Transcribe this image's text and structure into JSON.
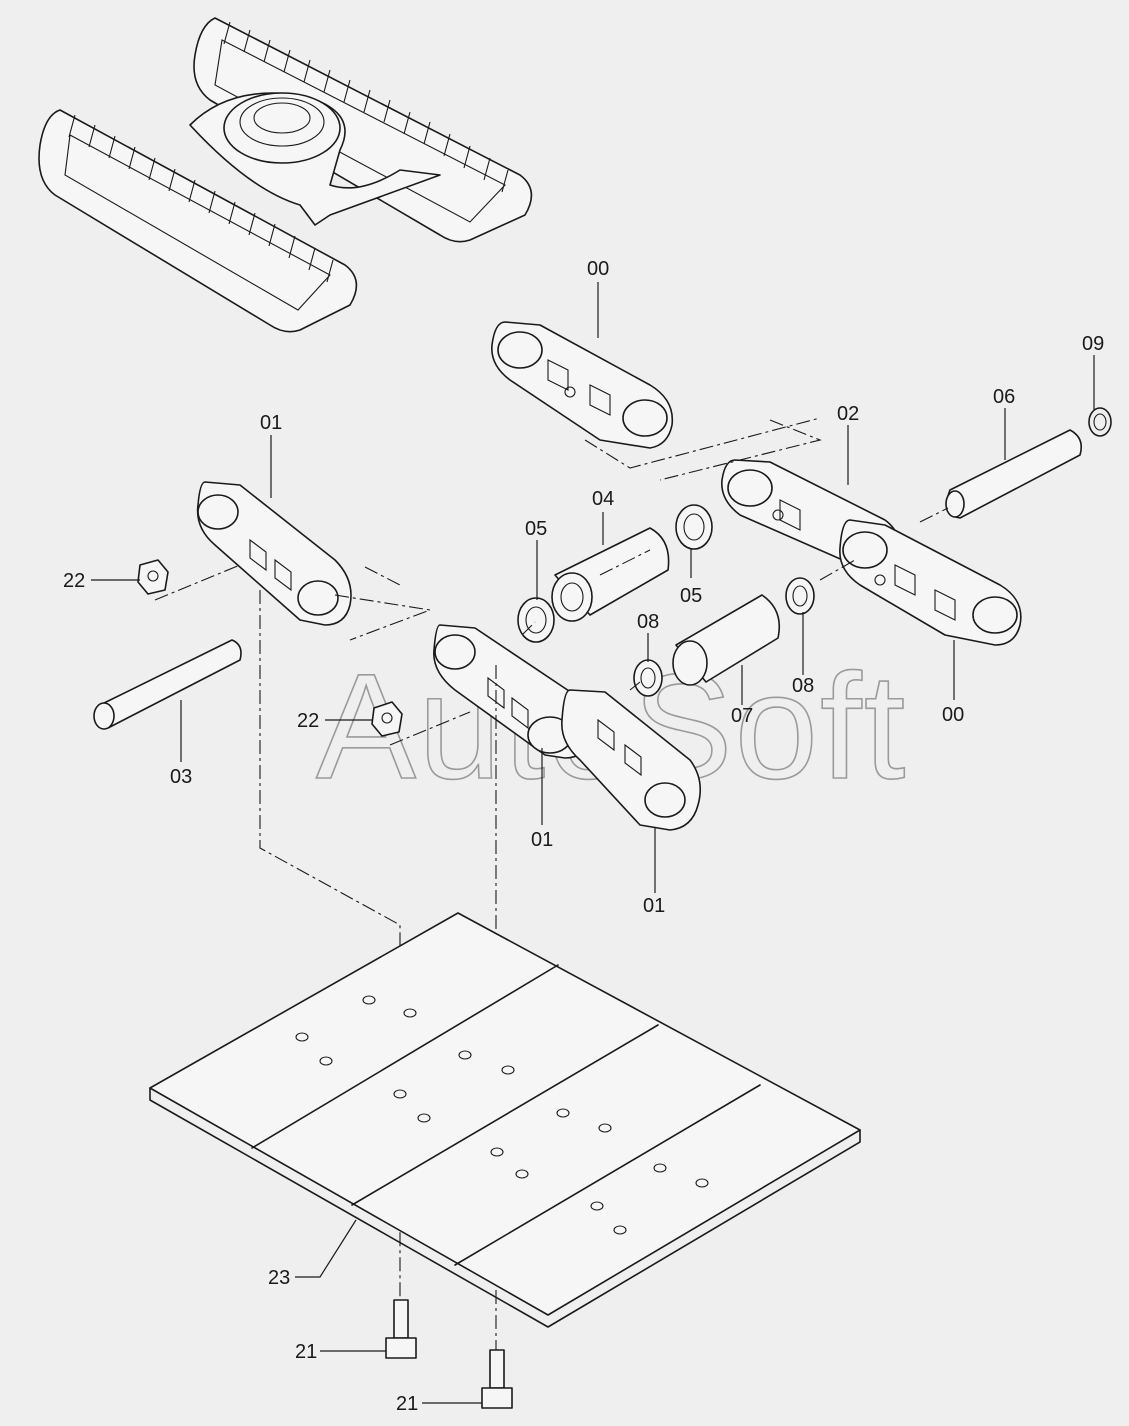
{
  "watermark": "AutoSoft",
  "callouts": {
    "c00_top": "00",
    "c01_left": "01",
    "c02": "02",
    "c03": "03",
    "c04": "04",
    "c05_left": "05",
    "c05_right": "05",
    "c06": "06",
    "c07": "07",
    "c08_left": "08",
    "c08_right": "08",
    "c09": "09",
    "c00_right": "00",
    "c01_mid": "01",
    "c01_bottom": "01",
    "c22_left": "22",
    "c22_mid": "22",
    "c23": "23",
    "c21_upper": "21",
    "c21_lower": "21"
  }
}
